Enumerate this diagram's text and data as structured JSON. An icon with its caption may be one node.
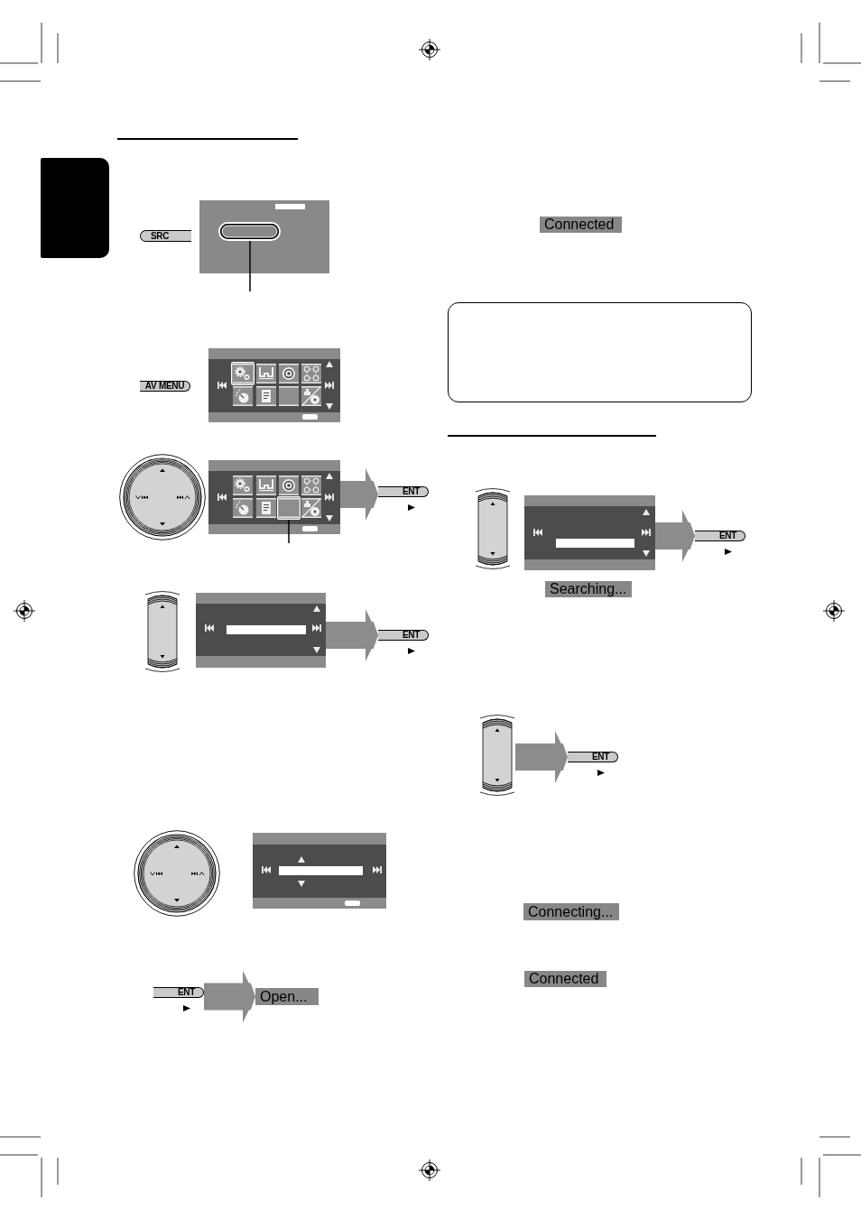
{
  "diagram": {
    "nodes": [
      {
        "text": [],
        "shape": "box"
      },
      {
        "text": [
          "SRC"
        ]
      },
      {
        "text": [],
        "shape": "picture"
      },
      {
        "text": [],
        "shape": "box",
        "in": 2
      },
      {
        "text": [
          "AV MENU"
        ]
      },
      {
        "text": [],
        "shape": "picture"
      },
      {
        "text": [],
        "shape": "picture"
      },
      {
        "text": [],
        "shape": "box",
        "in": 6
      },
      {
        "text": [
          "ENT"
        ]
      },
      {
        "text": [],
        "shape": "picture"
      },
      {
        "text": [],
        "shape": "picture"
      },
      {
        "text": [
          "ENT"
        ]
      },
      {
        "text": [],
        "shape": "picture"
      },
      {
        "text": [
          "ENT"
        ]
      },
      {
        "text": [
          "Open..."
        ]
      },
      {
        "text": [
          "Connected"
        ]
      },
      {
        "text": [],
        "shape": "picture"
      },
      {
        "text": [],
        "shape": "picture"
      },
      {
        "text": [
          "ENT"
        ]
      },
      {
        "text": [
          "Searching..."
        ]
      },
      {
        "text": [],
        "shape": "picture"
      },
      {
        "text": [
          "ENT"
        ]
      },
      {
        "text": [
          "Connecting..."
        ]
      },
      {
        "text": [
          "Connected"
        ]
      }
    ],
    "edges": [
      {
        "from": null,
        "to": 3,
        "arrow": "none",
        "color": "#000000"
      },
      {
        "from": null,
        "to": 7,
        "arrow": "none",
        "color": "#000000"
      },
      {
        "from": 6,
        "to": 8,
        "arrow": "to"
      },
      {
        "from": 10,
        "to": 11,
        "arrow": "to"
      },
      {
        "from": 13,
        "to": 14,
        "arrow": "to"
      },
      {
        "from": 17,
        "to": 18,
        "arrow": "to"
      },
      {
        "from": 20,
        "to": 21,
        "arrow": "to"
      }
    ]
  }
}
